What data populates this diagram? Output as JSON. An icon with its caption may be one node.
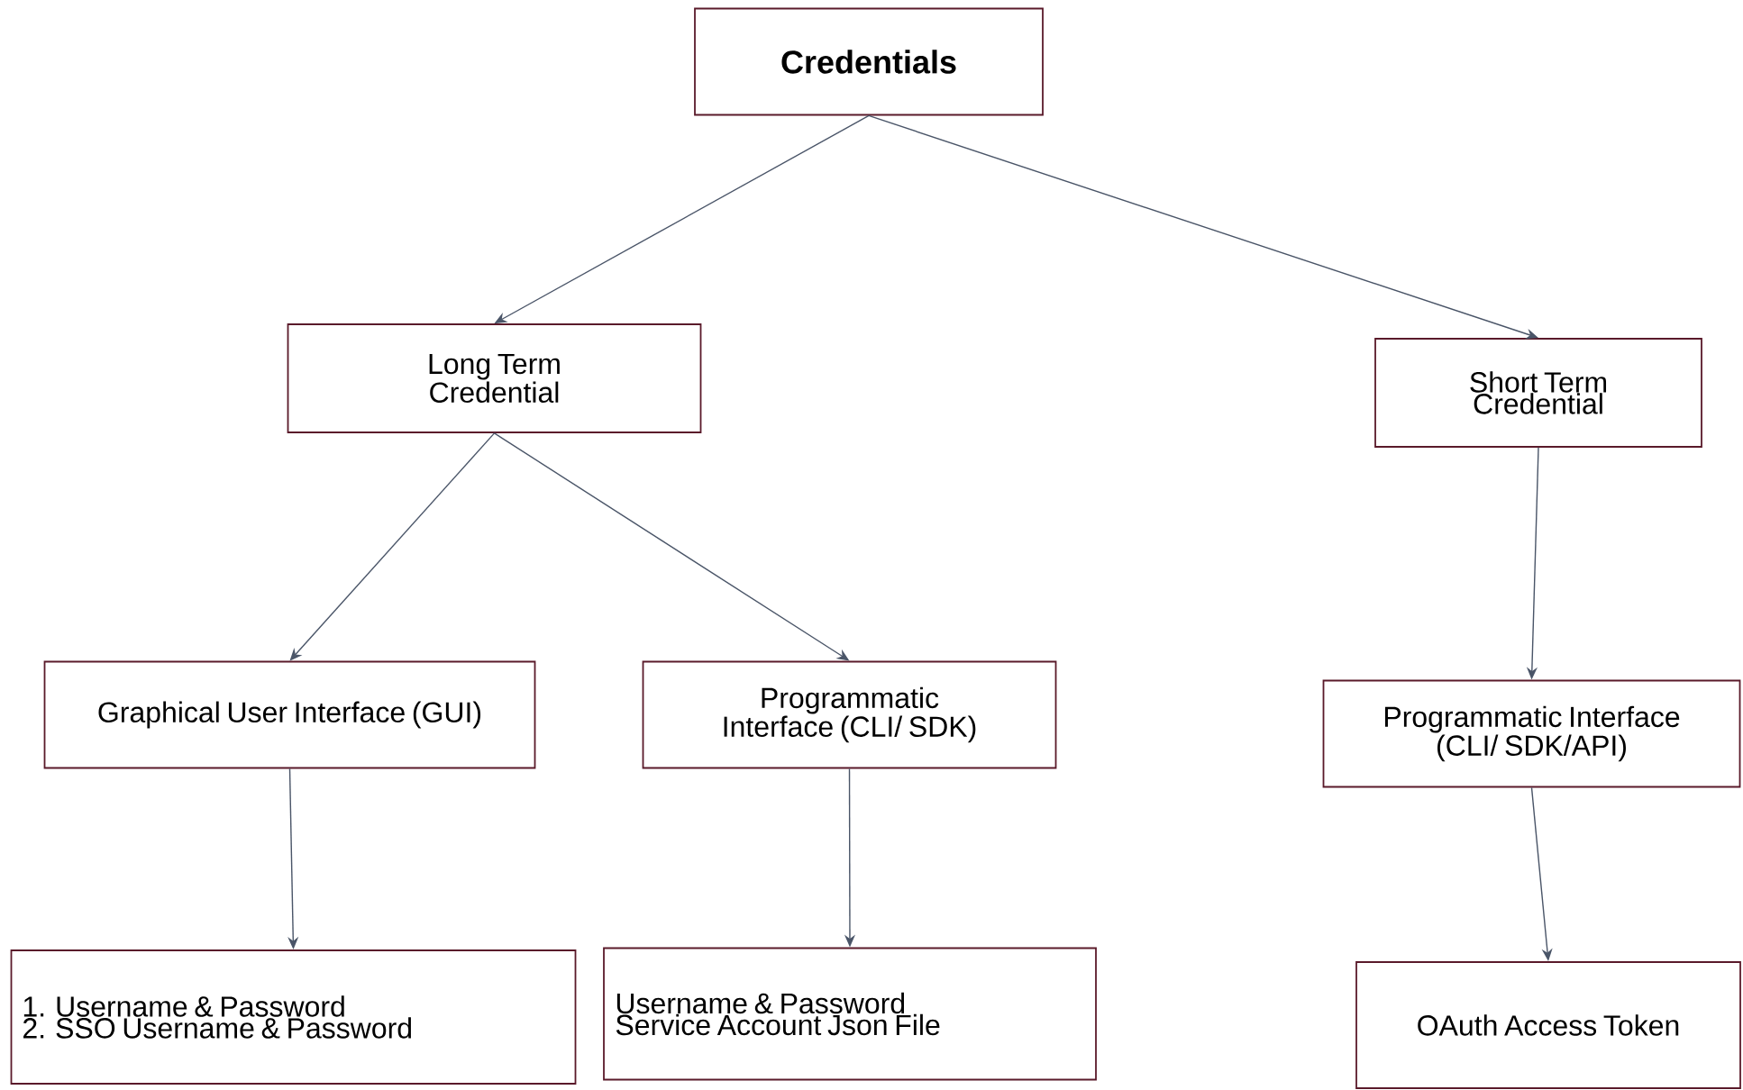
{
  "diagram": {
    "nodes": [
      {
        "text": [
          "Credentials"
        ]
      },
      {
        "text": [
          "Long Term Credential"
        ]
      },
      {
        "text": [
          "Short Term Credential"
        ]
      },
      {
        "text": [
          "Graphical User Interface (GUI)"
        ]
      },
      {
        "text": [
          "Programmatic Interface (CLI/ SDK)"
        ]
      },
      {
        "text": [
          "Programmatic Interface (CLI/ SDK/API)"
        ]
      },
      {
        "text": [
          "1. Username & Password",
          "2. SSO Username & Password"
        ]
      },
      {
        "text": [
          "Username & Password",
          "Service Account Json File"
        ]
      },
      {
        "text": [
          "OAuth Access Token"
        ]
      }
    ],
    "edges": [
      {
        "from": 0,
        "to": 1,
        "arrow": "to"
      },
      {
        "from": 0,
        "to": 2,
        "arrow": "to"
      },
      {
        "from": 1,
        "to": 3,
        "arrow": "to"
      },
      {
        "from": 1,
        "to": 4,
        "arrow": "to"
      },
      {
        "from": 2,
        "to": 5,
        "arrow": "to"
      },
      {
        "from": 3,
        "to": 6,
        "arrow": "to"
      },
      {
        "from": 4,
        "to": 7,
        "arrow": "to"
      },
      {
        "from": 5,
        "to": 8,
        "arrow": "to"
      }
    ]
  }
}
